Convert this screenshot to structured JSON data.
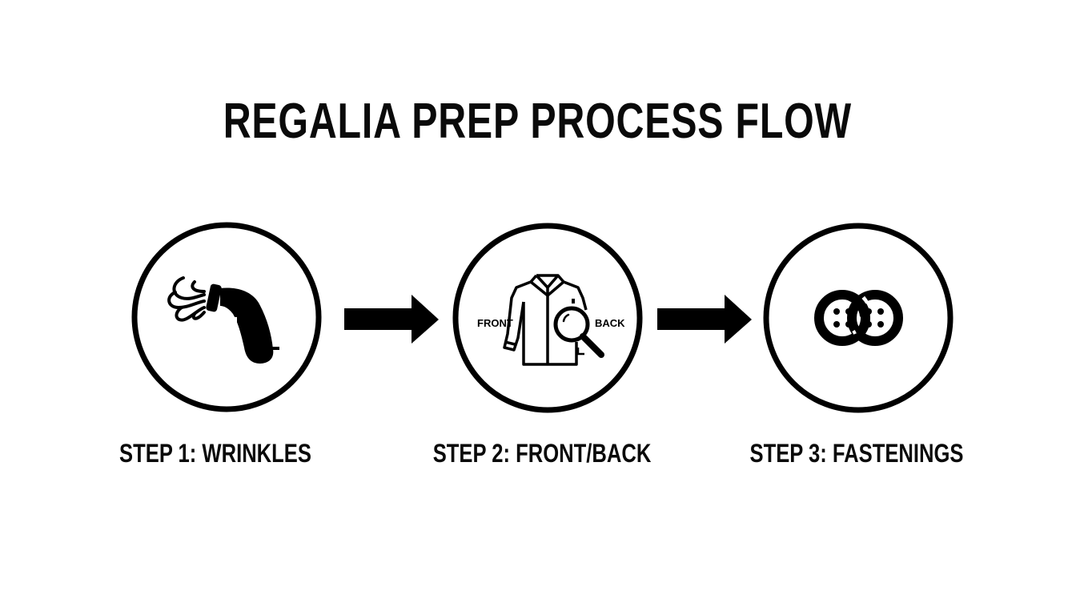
{
  "title": "REGALIA PREP PROCESS FLOW",
  "colors": {
    "ink": "#000000",
    "background": "#ffffff"
  },
  "steps": [
    {
      "label": "STEP 1: WRINKLES",
      "icon": "steamer-icon"
    },
    {
      "label": "STEP 2: FRONT/BACK",
      "icon": "jacket-magnifier-icon",
      "icon_labels": {
        "left": "FRONT",
        "right": "BACK"
      }
    },
    {
      "label": "STEP 3: FASTENINGS",
      "icon": "linked-buttons-icon"
    }
  ],
  "connectors": [
    {
      "from": 1,
      "to": 2,
      "icon": "arrow-right-icon"
    },
    {
      "from": 2,
      "to": 3,
      "icon": "arrow-right-icon"
    }
  ]
}
